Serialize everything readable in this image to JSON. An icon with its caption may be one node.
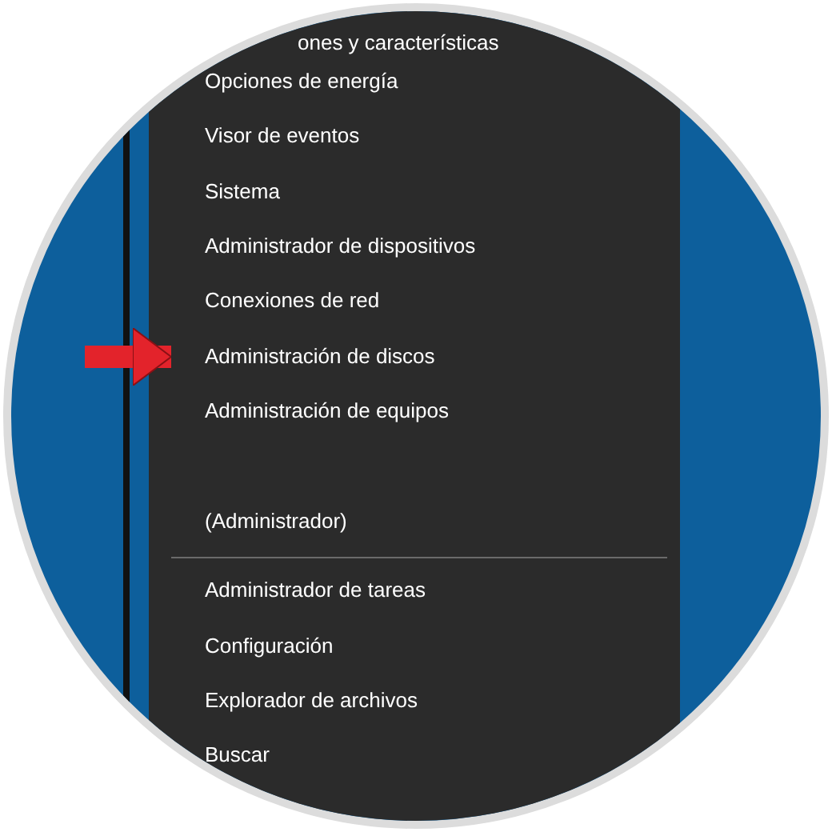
{
  "diagram": {
    "nodes": [
      {
        "text": [
          "ones y características"
        ]
      },
      {
        "text": [
          "Opciones de energía"
        ]
      },
      {
        "text": [
          "Visor de eventos"
        ]
      },
      {
        "text": [
          "Sistema"
        ]
      },
      {
        "text": [
          "Administrador de dispositivos"
        ]
      },
      {
        "text": [
          "Conexiones de red"
        ]
      },
      {
        "text": [
          "Administración de discos"
        ]
      },
      {
        "text": [
          "Administración de equipos"
        ]
      },
      {
        "text": [
          "(Administrador)"
        ]
      },
      {
        "text": [
          "Administrador de tareas"
        ]
      },
      {
        "text": [
          "Configuración"
        ]
      },
      {
        "text": [
          "Explorador de archivos"
        ]
      },
      {
        "text": [
          "Buscar"
        ]
      }
    ],
    "edges": [
      {
        "from": null,
        "to": 6,
        "arrow": "to"
      }
    ]
  }
}
